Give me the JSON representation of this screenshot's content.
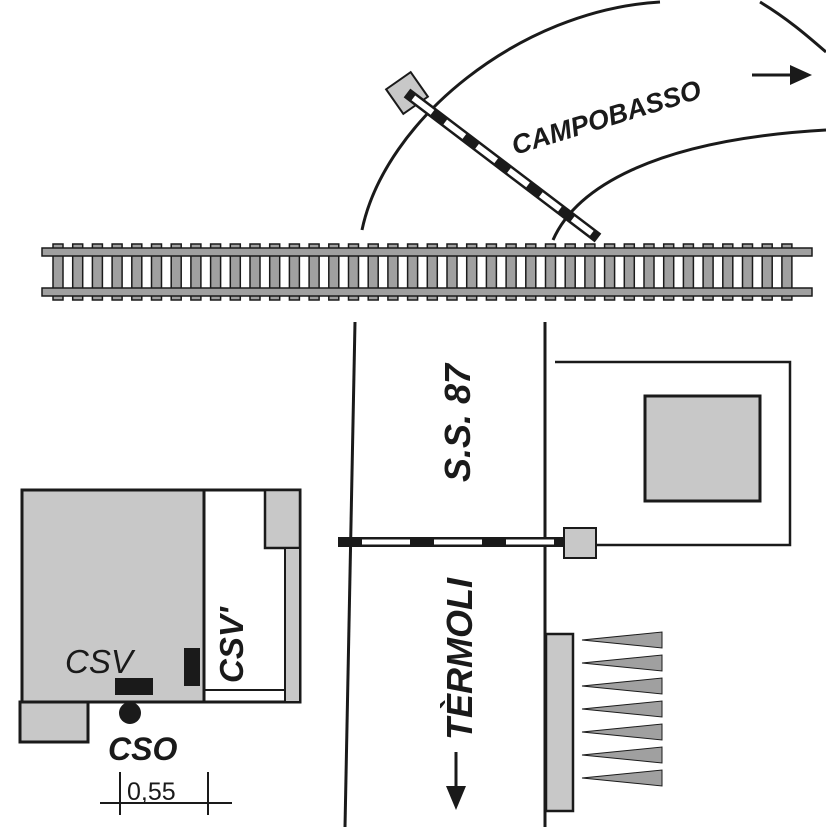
{
  "labels": {
    "campobasso": "CAMPOBASSO",
    "road": "S.S. 87",
    "termoli": "TÈRMOLI",
    "csv": "CSV",
    "csv_prime": "CSV'",
    "cso": "CSO",
    "dimension": "0,55"
  },
  "colors": {
    "line": "#1a1a1a",
    "fill_gray": "#c8c8c8",
    "rail": "#a0a0a0",
    "background": "#ffffff"
  }
}
